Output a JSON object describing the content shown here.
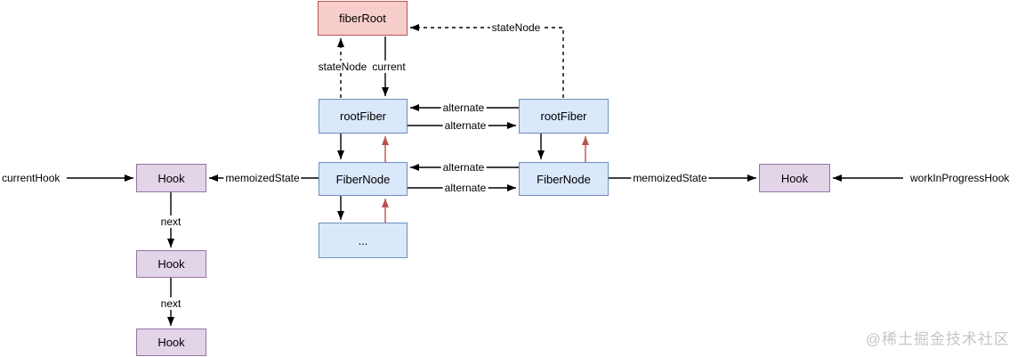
{
  "palette": {
    "node_red_fill": "#f8cecc",
    "node_red_border": "#b85450",
    "node_blue_fill": "#dae8fc",
    "node_blue_border": "#6c8ebf",
    "node_purple_fill": "#e1d5e7",
    "node_purple_border": "#9673a6",
    "edge_black": "#000000",
    "edge_red": "#b85450",
    "watermark_color": "#c6c6c6"
  },
  "nodes": {
    "fiber_root": "fiberRoot",
    "root_fiber_current": "rootFiber",
    "root_fiber_wip": "rootFiber",
    "fiber_node_current": "FiberNode",
    "fiber_node_wip": "FiberNode",
    "ellipsis": "...",
    "hook_current_1": "Hook",
    "hook_current_2": "Hook",
    "hook_current_3": "Hook",
    "hook_wip": "Hook"
  },
  "edges": {
    "state_node_up": "stateNode",
    "current_down": "current",
    "state_node_wip": "stateNode",
    "alternate_root_top": "alternate",
    "alternate_root_bottom": "alternate",
    "alternate_fiber_top": "alternate",
    "alternate_fiber_bottom": "alternate",
    "memoized_state_left": "memoizedState",
    "memoized_state_right": "memoizedState",
    "next_1": "next",
    "next_2": "next",
    "current_hook": "currentHook",
    "work_in_progress_hook": "workInProgressHook"
  },
  "watermark": "@稀土掘金技术社区"
}
